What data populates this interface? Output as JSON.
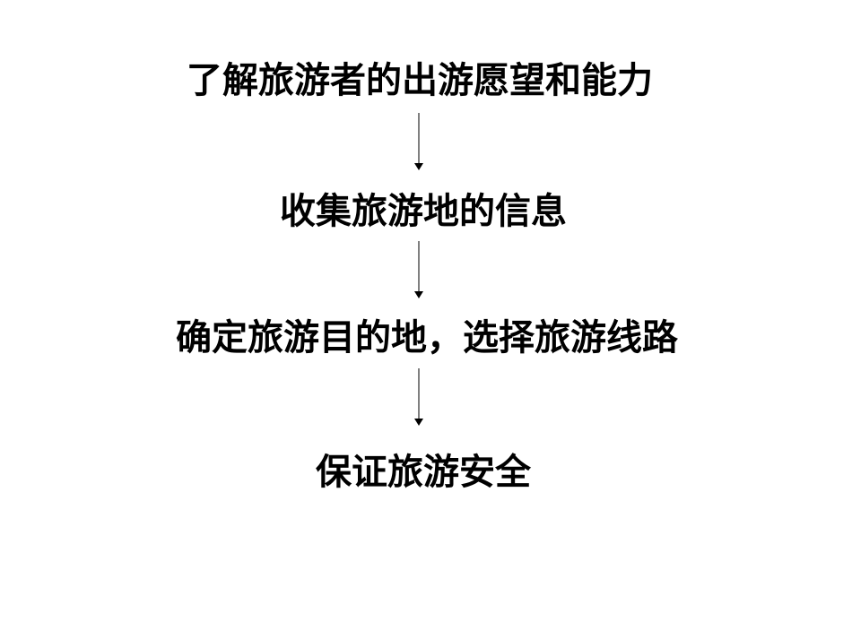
{
  "diagram": {
    "type": "flowchart",
    "direction": "top-to-bottom",
    "steps": [
      {
        "label": "了解旅游者的出游愿望和能力"
      },
      {
        "label": "收集旅游地的信息"
      },
      {
        "label": "确定旅游目的地，选择旅游线路"
      },
      {
        "label": "保证旅游安全"
      }
    ],
    "connectors": [
      {
        "from": 0,
        "to": 1,
        "icon": "arrow-down-icon"
      },
      {
        "from": 1,
        "to": 2,
        "icon": "arrow-down-icon"
      },
      {
        "from": 2,
        "to": 3,
        "icon": "arrow-down-icon"
      }
    ],
    "colors": {
      "background": "#ffffff",
      "text": "#000000",
      "arrow_shaft": "#7f7f7f",
      "arrow_head": "#000000"
    }
  }
}
